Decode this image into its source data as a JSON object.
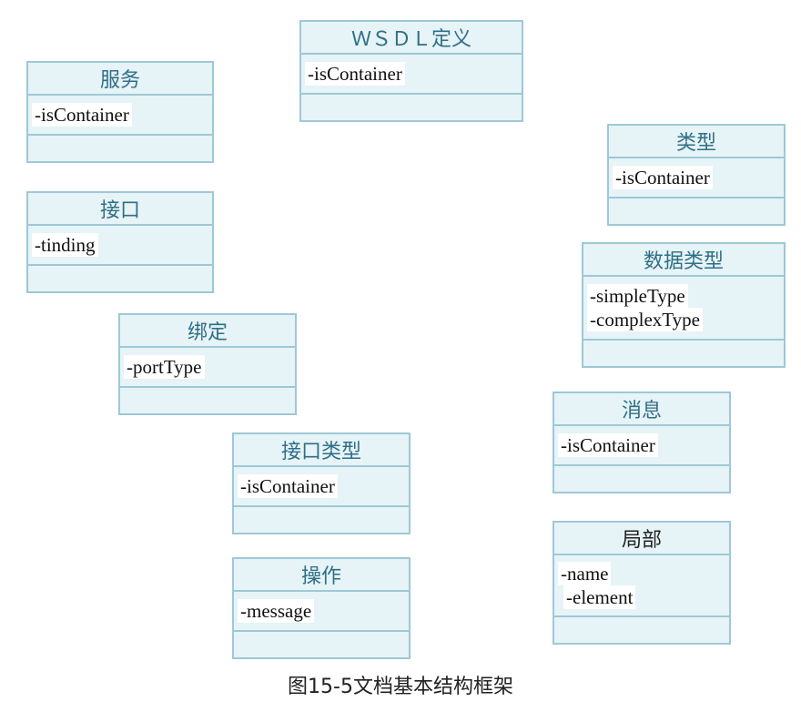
{
  "classes": {
    "wsdl": {
      "title": "ＷＳＤＬ定义",
      "attrs": [
        "-isContainer"
      ]
    },
    "service": {
      "title": "服务",
      "attrs": [
        "-isContainer"
      ]
    },
    "interface": {
      "title": "接口",
      "attrs": [
        "-tinding"
      ]
    },
    "binding": {
      "title": "绑定",
      "attrs": [
        "-portType"
      ]
    },
    "porttype": {
      "title": "接口类型",
      "attrs": [
        "-isContainer"
      ]
    },
    "operation": {
      "title": "操作",
      "attrs": [
        "-message"
      ]
    },
    "types": {
      "title": "类型",
      "attrs": [
        "-isContainer"
      ]
    },
    "datatype": {
      "title": "数据类型",
      "attrs": [
        "-simpleType",
        "-complexType"
      ]
    },
    "message": {
      "title": "消息",
      "attrs": [
        "-isContainer"
      ]
    },
    "part": {
      "title": "局部",
      "attrs": [
        "-name",
        "-element"
      ]
    }
  },
  "caption": "图15-5文档基本结构框架"
}
